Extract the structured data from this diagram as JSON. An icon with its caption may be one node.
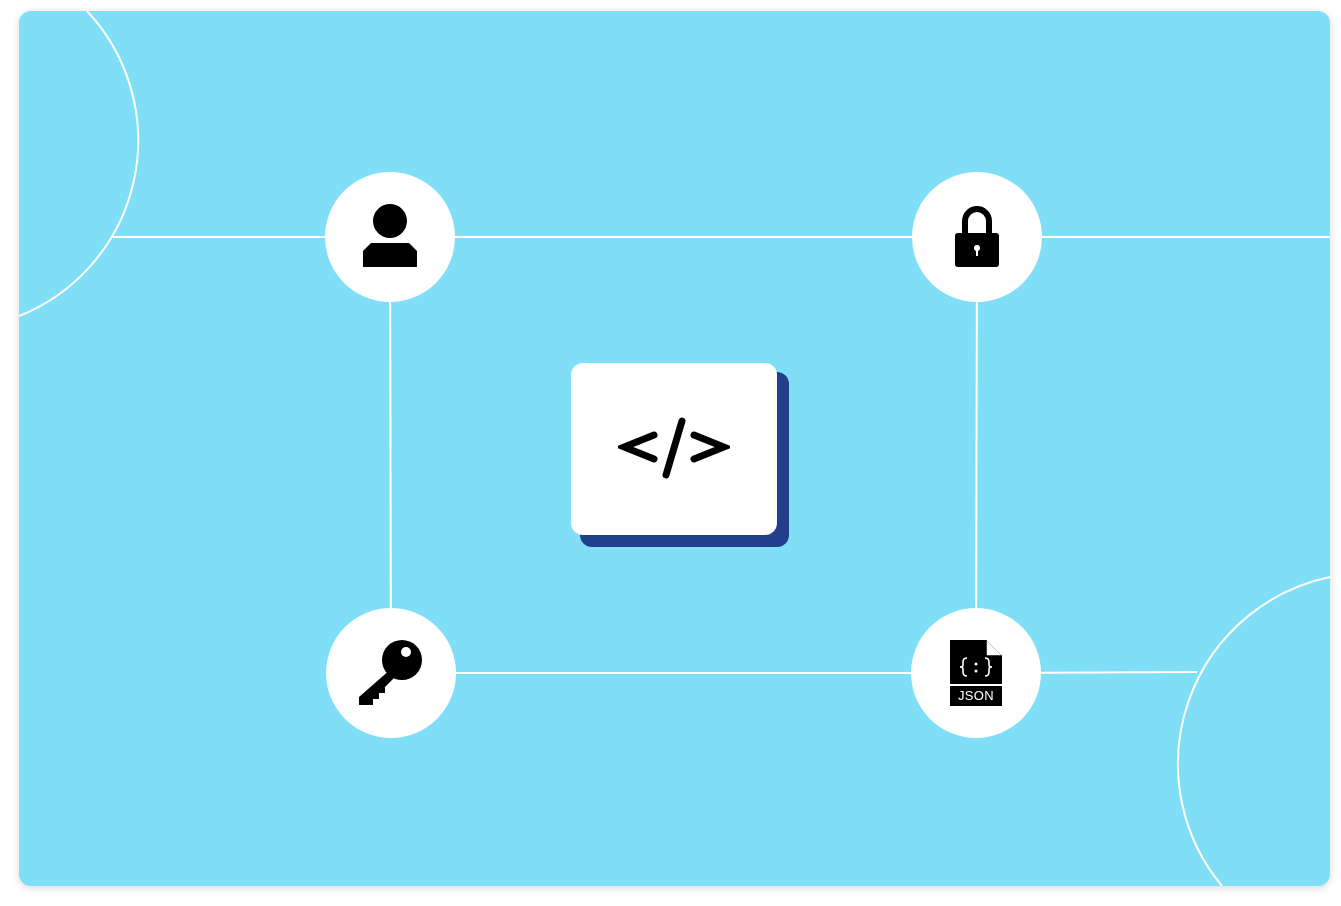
{
  "diagram": {
    "nodes": [
      {
        "text": [],
        "shape": "circle"
      },
      {
        "text": [],
        "shape": "circle"
      },
      {
        "text": [],
        "shape": "box"
      },
      {
        "text": [],
        "shape": "circle"
      },
      {
        "text": [
          "JSON"
        ]
      }
    ],
    "edges": [
      {
        "from": 0,
        "to": 1,
        "arrow": "none"
      },
      {
        "from": 0,
        "to": 3,
        "arrow": "none"
      },
      {
        "from": 1,
        "to": 4,
        "arrow": "none"
      },
      {
        "from": 3,
        "to": 4,
        "arrow": "none"
      },
      {
        "from": null,
        "to": 0,
        "arrow": "none"
      },
      {
        "from": 1,
        "to": null,
        "arrow": "none"
      },
      {
        "from": 4,
        "to": null,
        "arrow": "none"
      }
    ]
  }
}
